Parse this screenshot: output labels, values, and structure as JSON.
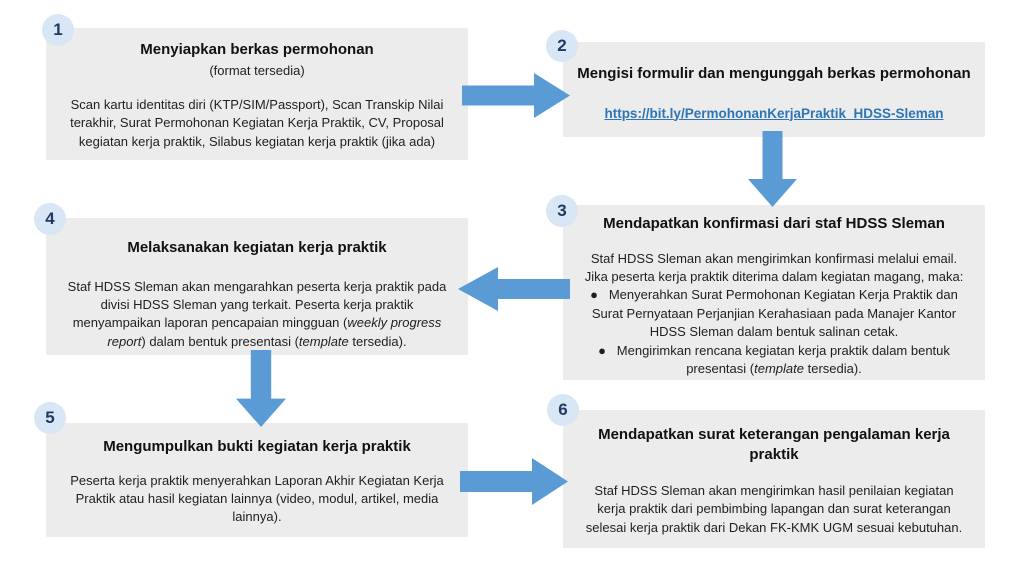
{
  "colors": {
    "arrow_blue": "#5b9bd5",
    "box_background": "#ececec",
    "badge_background": "#d9e6f6",
    "badge_text": "#1f3a63",
    "link_blue": "#2e75b6",
    "body_text": "#1f1f1f"
  },
  "steps": [
    {
      "number": "1",
      "title": "Menyiapkan berkas permohonan",
      "subtitle": "(format tersedia)",
      "body": "Scan kartu identitas diri (KTP/SIM/Passport), Scan Transkip Nilai terakhir, Surat Permohonan Kegiatan Kerja Praktik, CV, Proposal kegiatan kerja praktik, Silabus kegiatan kerja praktik (jika ada)"
    },
    {
      "number": "2",
      "title": "Mengisi formulir dan mengunggah berkas permohonan",
      "link": "https://bit.ly/PermohonanKerjaPraktik_HDSS-Sleman"
    },
    {
      "number": "3",
      "title": "Mendapatkan konfirmasi dari staf HDSS Sleman",
      "intro": "Staf HDSS Sleman akan mengirimkan konfirmasi melalui email. Jika peserta kerja praktik diterima dalam kegiatan magang, maka:",
      "bullet1": "●   Menyerahkan Surat Permohonan Kegiatan Kerja Praktik dan Surat Pernyataan Perjanjian Kerahasiaan pada Manajer Kantor HDSS Sleman dalam bentuk salinan cetak.",
      "bullet2_parts": {
        "a": "●   Mengirimkan rencana kegiatan kerja praktik dalam bentuk presentasi (",
        "b": "template",
        "c": " tersedia)."
      }
    },
    {
      "number": "4",
      "title": "Melaksanakan kegiatan kerja praktik",
      "body_parts": {
        "a": "Staf HDSS Sleman akan mengarahkan peserta kerja praktik pada divisi HDSS Sleman yang terkait. Peserta kerja praktik menyampaikan laporan pencapaian mingguan (",
        "b": "weekly progress report",
        "c": ") dalam bentuk presentasi (",
        "d": "template",
        "e": " tersedia)."
      }
    },
    {
      "number": "5",
      "title": "Mengumpulkan bukti kegiatan kerja praktik",
      "body": "Peserta kerja praktik menyerahkan Laporan Akhir Kegiatan Kerja Praktik atau hasil kegiatan lainnya (video, modul, artikel, media lainnya)."
    },
    {
      "number": "6",
      "title": "Mendapatkan surat keterangan pengalaman kerja praktik",
      "body": "Staf HDSS Sleman akan mengirimkan hasil penilaian kegiatan kerja praktik dari pembimbing lapangan dan surat keterangan selesai kerja praktik dari Dekan FK-KMK UGM sesuai kebutuhan."
    }
  ]
}
